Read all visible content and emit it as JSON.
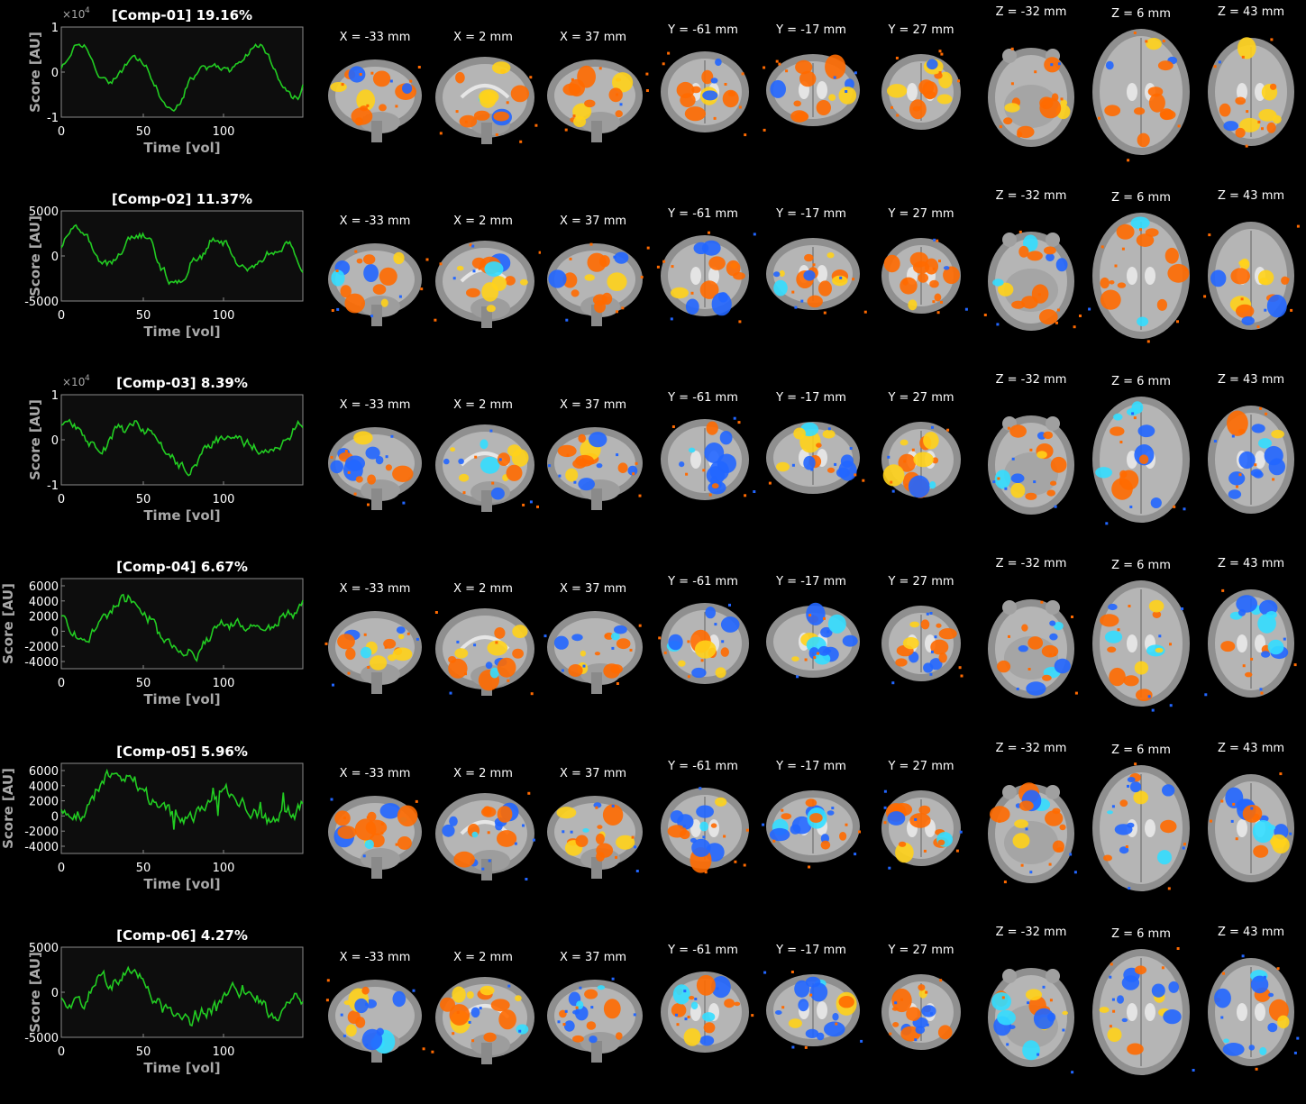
{
  "components": [
    {
      "title": "[Comp-01] 19.16%",
      "ylabel": "Score [AU]",
      "xlabel": "Time [vol]",
      "exponent": "×10",
      "exponent_power": "4",
      "yticks": [
        "1",
        "0",
        "-1"
      ],
      "xticks": [
        "0",
        "50",
        "100"
      ],
      "slices": [
        "X = -33 mm",
        "X = 2 mm",
        "X = 37 mm",
        "Y = -61 mm",
        "Y = -17 mm",
        "Y = 27 mm",
        "Z = -32 mm",
        "Z = 6 mm",
        "Z = 43 mm"
      ]
    },
    {
      "title": "[Comp-02] 11.37%",
      "ylabel": "Score [AU]",
      "xlabel": "Time [vol]",
      "exponent": "",
      "exponent_power": "",
      "yticks": [
        "5000",
        "0",
        "-5000"
      ],
      "xticks": [
        "0",
        "50",
        "100"
      ],
      "slices": [
        "X = -33 mm",
        "X = 2 mm",
        "X = 37 mm",
        "Y = -61 mm",
        "Y = -17 mm",
        "Y = 27 mm",
        "Z = -32 mm",
        "Z = 6 mm",
        "Z = 43 mm"
      ]
    },
    {
      "title": "[Comp-03] 8.39%",
      "ylabel": "Score [AU]",
      "xlabel": "Time [vol]",
      "exponent": "×10",
      "exponent_power": "4",
      "yticks": [
        "1",
        "0",
        "-1"
      ],
      "xticks": [
        "0",
        "50",
        "100"
      ],
      "slices": [
        "X = -33 mm",
        "X = 2 mm",
        "X = 37 mm",
        "Y = -61 mm",
        "Y = -17 mm",
        "Y = 27 mm",
        "Z = -32 mm",
        "Z = 6 mm",
        "Z = 43 mm"
      ]
    },
    {
      "title": "[Comp-04] 6.67%",
      "ylabel": "Score [AU]",
      "xlabel": "Time [vol]",
      "exponent": "",
      "exponent_power": "",
      "yticks": [
        "6000",
        "4000",
        "2000",
        "0",
        "-2000",
        "-4000"
      ],
      "xticks": [
        "0",
        "50",
        "100"
      ],
      "slices": [
        "X = -33 mm",
        "X = 2 mm",
        "X = 37 mm",
        "Y = -61 mm",
        "Y = -17 mm",
        "Y = 27 mm",
        "Z = -32 mm",
        "Z = 6 mm",
        "Z = 43 mm"
      ]
    },
    {
      "title": "[Comp-05] 5.96%",
      "ylabel": "Score [AU]",
      "xlabel": "Time [vol]",
      "exponent": "",
      "exponent_power": "",
      "yticks": [
        "6000",
        "4000",
        "2000",
        "0",
        "-2000",
        "-4000"
      ],
      "xticks": [
        "0",
        "50",
        "100"
      ],
      "slices": [
        "X = -33 mm",
        "X = 2 mm",
        "X = 37 mm",
        "Y = -61 mm",
        "Y = -17 mm",
        "Y = 27 mm",
        "Z = -32 mm",
        "Z = 6 mm",
        "Z = 43 mm"
      ]
    },
    {
      "title": "[Comp-06] 4.27%",
      "ylabel": "Score [AU]",
      "xlabel": "Time [vol]",
      "exponent": "",
      "exponent_power": "",
      "yticks": [
        "5000",
        "0",
        "-5000"
      ],
      "xticks": [
        "0",
        "50",
        "100"
      ],
      "slices": [
        "X = -33 mm",
        "X = 2 mm",
        "X = 37 mm",
        "Y = -61 mm",
        "Y = -17 mm",
        "Y = 27 mm",
        "Z = -32 mm",
        "Z = 6 mm",
        "Z = 43 mm"
      ]
    }
  ],
  "colors": {
    "background": "#000000",
    "axes_bg": "#0d0d0d",
    "trace": "#22cc22",
    "axis_text": "#a8a8a8",
    "title_text": "#ffffff",
    "positive_map": "#ff6a00",
    "positive_peak": "#ffd21a",
    "negative_map": "#2266ff",
    "negative_peak": "#33ddff",
    "brain_gray": "#9a9a9a"
  }
}
